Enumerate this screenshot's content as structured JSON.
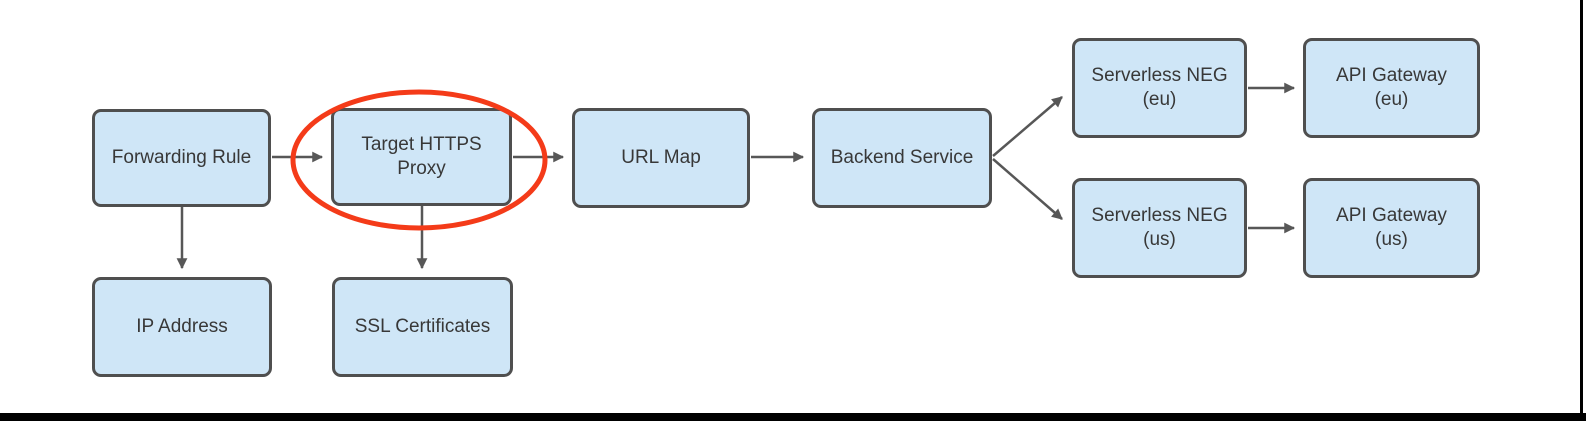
{
  "diagram": {
    "nodes": {
      "forwarding_rule": {
        "label": "Forwarding Rule"
      },
      "target_https_proxy": {
        "label": "Target HTTPS\nProxy",
        "highlighted": true
      },
      "url_map": {
        "label": "URL Map"
      },
      "backend_service": {
        "label": "Backend Service"
      },
      "serverless_neg_eu": {
        "label": "Serverless NEG\n(eu)"
      },
      "api_gateway_eu": {
        "label": "API Gateway\n(eu)"
      },
      "serverless_neg_us": {
        "label": "Serverless NEG\n(us)"
      },
      "api_gateway_us": {
        "label": "API Gateway\n(us)"
      },
      "ip_address": {
        "label": "IP Address"
      },
      "ssl_certificates": {
        "label": "SSL Certificates"
      }
    },
    "edges": [
      {
        "from": "forwarding_rule",
        "to": "target_https_proxy"
      },
      {
        "from": "target_https_proxy",
        "to": "url_map"
      },
      {
        "from": "url_map",
        "to": "backend_service"
      },
      {
        "from": "backend_service",
        "to": "serverless_neg_eu"
      },
      {
        "from": "backend_service",
        "to": "serverless_neg_us"
      },
      {
        "from": "serverless_neg_eu",
        "to": "api_gateway_eu"
      },
      {
        "from": "serverless_neg_us",
        "to": "api_gateway_us"
      },
      {
        "from": "forwarding_rule",
        "to": "ip_address"
      },
      {
        "from": "target_https_proxy",
        "to": "ssl_certificates"
      }
    ],
    "annotations": [
      {
        "type": "ellipse-highlight",
        "around": "target_https_proxy"
      }
    ]
  },
  "colors": {
    "node_fill": "#cfe6f7",
    "node_border": "#4f4f4f",
    "node_text": "#383838",
    "arrow": "#575757",
    "highlight": "#f43b19",
    "page_edge": "#000000"
  }
}
